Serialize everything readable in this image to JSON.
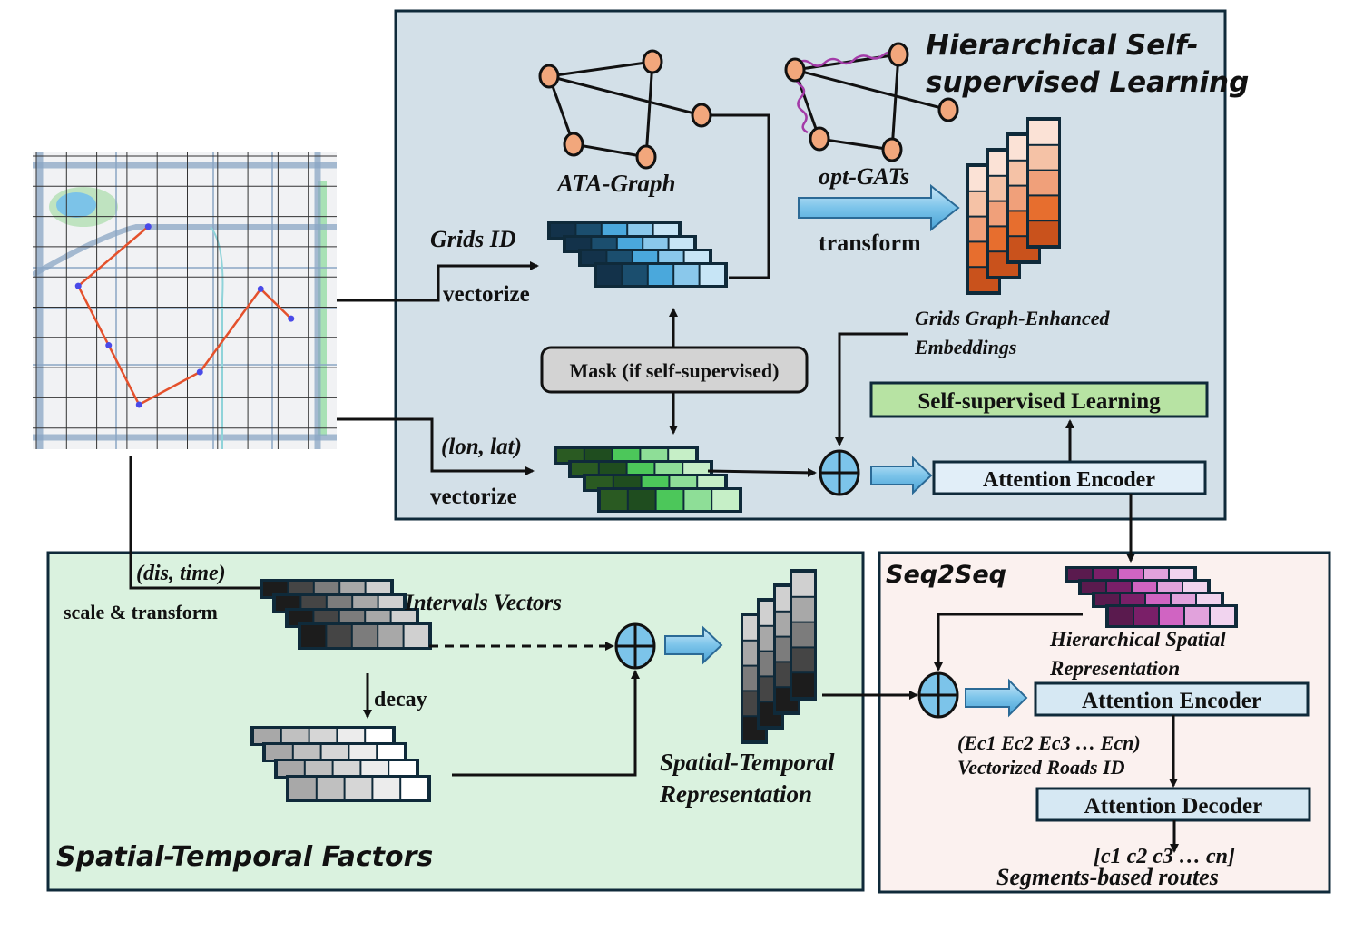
{
  "panels": {
    "hierarchical": {
      "title_line1": "Hierarchical Self-",
      "title_line2": "supervised Learning",
      "bg": "#d3e0e8"
    },
    "spatial_temporal": {
      "title": "Spatial-Temporal Factors",
      "bg": "#daf2df"
    },
    "seq2seq": {
      "title": "Seq2Seq",
      "bg": "#fbf1ef"
    }
  },
  "labels": {
    "ata_graph": "ATA-Graph",
    "opt_gats": "opt-GATs",
    "transform": "transform",
    "grids_id": "Grids ID",
    "vectorize_grids": "vectorize",
    "lon_lat": "(lon, lat)",
    "vectorize_lonlat": "vectorize",
    "grids_emb_line1": "Grids Graph-Enhanced",
    "grids_emb_line2": "Embeddings",
    "mask": "Mask (if self-supervised)",
    "self_supervised": "Self-supervised Learning",
    "attn_encoder_top": "Attention Encoder",
    "dis_time": "(dis, time)",
    "scale_transform": "scale & transform",
    "intervals_vectors": "Intervals Vectors",
    "decay": "decay",
    "st_rep_line1": "Spatial-Temporal",
    "st_rep_line2": "Representation",
    "hs_rep_line1": "Hierarchical Spatial",
    "hs_rep_line2": "Representation",
    "attn_encoder_bottom": "Attention Encoder",
    "attn_decoder": "Attention Decoder",
    "e_seq": "(Ec1 Ec2 Ec3 … Ecn)",
    "vectorized_roads": "Vectorized Roads ID",
    "c_seq": "[c1 c2 c3 … cn]",
    "segments_routes": "Segments-based routes"
  },
  "colors": {
    "border": "#0f2a3a",
    "node_fill": "#f2a77c",
    "wave": "#a33ba8",
    "blue_scale": [
      "#13324a",
      "#1b4e6e",
      "#4aa8dc",
      "#8ac8eb",
      "#c7e5f6"
    ],
    "green_scale": [
      "#2a5a22",
      "#1f4d1f",
      "#4cc75a",
      "#8ede97",
      "#c6efc7"
    ],
    "gray_scale": [
      "#1c1c1c",
      "#454545",
      "#7c7c7c",
      "#a8a8a8",
      "#d0d0d0"
    ],
    "decay_scale": [
      "#a8a8a8",
      "#c0c0c0",
      "#d6d6d6",
      "#ececec",
      "#ffffff"
    ],
    "orange_scale": [
      "#fbe2d6",
      "#f5c2a6",
      "#f0a07a",
      "#e76e2e",
      "#c9521c"
    ],
    "purple_scale": [
      "#5a1a4e",
      "#7a1f68",
      "#d064c2",
      "#e1a2dc",
      "#f1d4ef"
    ],
    "self_supervised_bg": "#b7e3a3",
    "encoder_bg": "#e1eef8",
    "mask_bg": "#d3d3d3",
    "route": "#e4512c",
    "route_point": "#4a4ae8"
  },
  "map": {
    "route_points": [
      [
        0.38,
        0.25
      ],
      [
        0.15,
        0.45
      ],
      [
        0.25,
        0.65
      ],
      [
        0.35,
        0.85
      ],
      [
        0.55,
        0.74
      ],
      [
        0.75,
        0.46
      ],
      [
        0.85,
        0.56
      ]
    ]
  }
}
